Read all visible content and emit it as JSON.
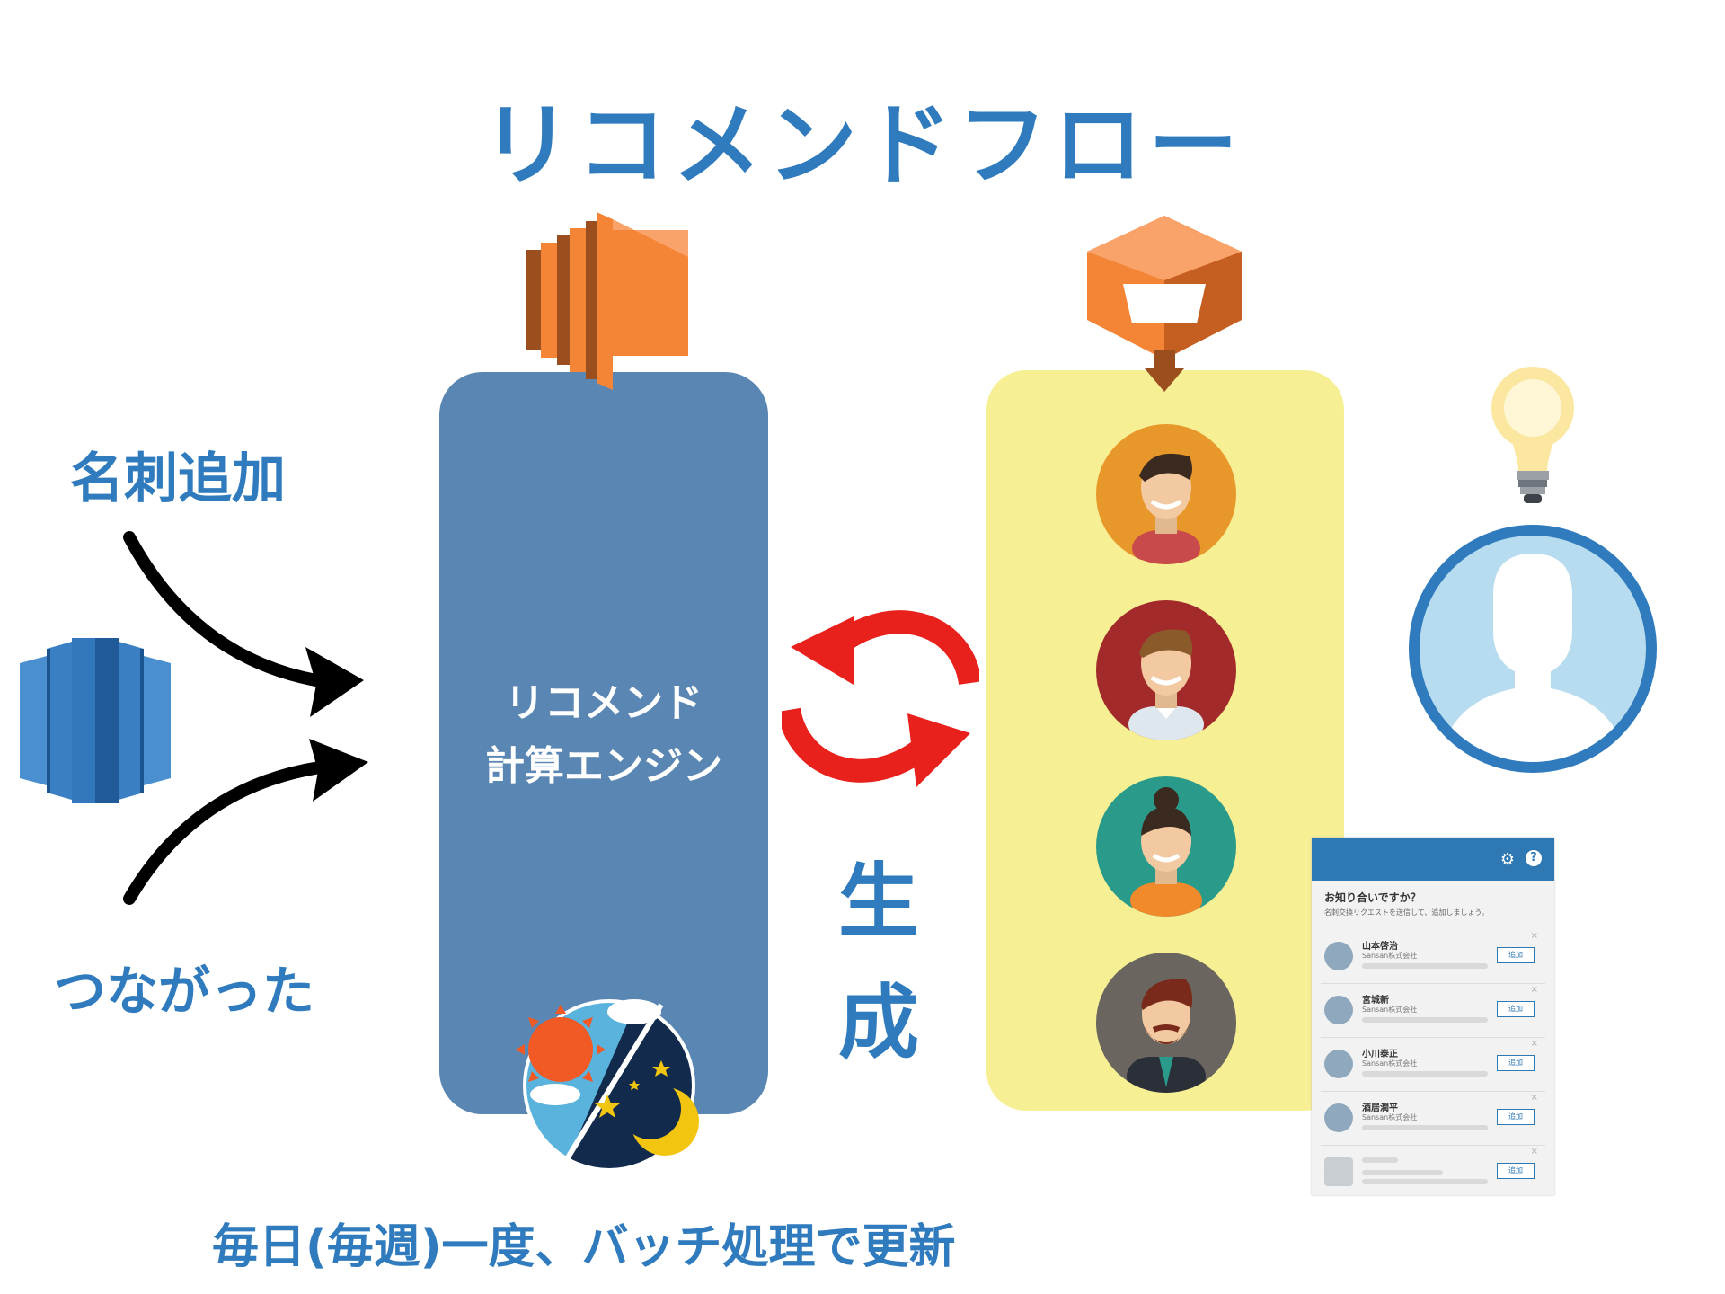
{
  "title": "リコメンドフロー",
  "inputs": {
    "top_label": "名刺追加",
    "bottom_label": "つながった"
  },
  "engine": {
    "line1": "リコメンド",
    "line2": "計算エンジン"
  },
  "generate": {
    "char1": "生",
    "char2": "成"
  },
  "bottom_caption": "毎日(毎週)一度、バッチ処理で更新",
  "panel": {
    "title": "お知り合いですか？",
    "subtitle": "名刺交換リクエストを送信して、追加しましょう。",
    "add_label": "追加",
    "close_glyph": "×",
    "rows": [
      {
        "name": "山本啓治",
        "company": "Sansan株式会社"
      },
      {
        "name": "宮城新",
        "company": "Sansan株式会社"
      },
      {
        "name": "小川泰正",
        "company": "Sansan株式会社"
      },
      {
        "name": "酒居潤平",
        "company": "Sansan株式会社"
      },
      {
        "name": "",
        "company": ""
      }
    ]
  },
  "colors": {
    "accent_blue": "#2f7bbd",
    "engine_blue": "#5a86b3",
    "store_yellow": "#f7ef93",
    "aws_orange": "#f58536",
    "arrow_red": "#e8211d"
  },
  "icons": {
    "compute": "aws-ec2-icon",
    "database": "aws-redshift-icon",
    "storage": "aws-bucket-icon",
    "schedule": "day-night-icon",
    "idea": "lightbulb-icon",
    "user": "user-silhouette-icon"
  }
}
